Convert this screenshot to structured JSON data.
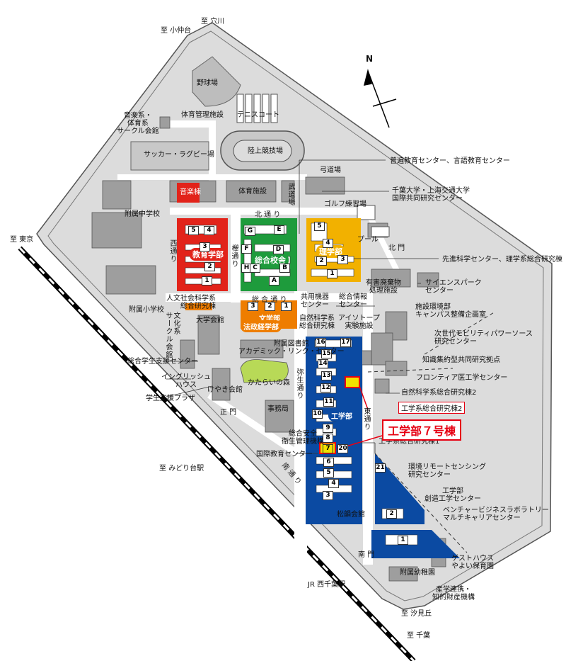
{
  "colors": {
    "campus": "#dcdcdc",
    "building": "#9e9e9e",
    "road": "#ffffff",
    "education": "#e2231a",
    "general": "#1e9b3c",
    "science": "#f2b100",
    "letters": "#ee7d00",
    "engineering": "#0b4aa2",
    "highlight": "#e60012",
    "forest": "#b8d957"
  },
  "compass": {
    "north": "N"
  },
  "destinations": {
    "anagawa": "至 穴川",
    "konakadai": "至 小仲台",
    "tokyo": "至 東京",
    "midoridai": "至 みどり台駅",
    "shiomigaoka": "至 汐見丘",
    "chiba": "至 千葉",
    "jr_station": "JR 西千葉駅"
  },
  "faculties": {
    "education": "教育学部",
    "general": "総合校舎",
    "science": "理学部",
    "letters": "文学部",
    "law_econ": "法政経学部",
    "engineering": "工学部"
  },
  "callout": {
    "main": "工学部７号棟",
    "sub": "工学系総合研究棟2"
  },
  "roads": {
    "north": "北 通 り",
    "west": "西通り",
    "keyaki": "欅通り",
    "sogo": "総 合 通 り",
    "yayoi": "弥生通り",
    "east": "東通り",
    "south": "南 通 り"
  },
  "gates": {
    "north": "北 門",
    "main": "正 門",
    "south": "南 門"
  },
  "labels": {
    "baseball": "野球場",
    "gym_mgmt": "体育管理施設",
    "tennis": "テニスコート",
    "music_pe_circle": "音楽系・\n体育系\nサークル会館",
    "soccer": "サッカー・ラグビー場",
    "track": "陸上競技場",
    "archery": "弓道場",
    "music_bldg": "音楽棟",
    "pe_facility": "体育施設",
    "budo": "武道場",
    "golf": "ゴルフ練習場",
    "pool": "プール",
    "jhs": "附属中学校",
    "elem": "附属小学校",
    "hazardous": "有害廃棄物\n処理施設",
    "science_park": "サイエンスパーク\nセンター",
    "campus_mgmt": "施設環境部\nキャンパス整備企画室",
    "humanities_lab": "人文社会科学系\n総合研究棟",
    "culture_circle": "文化系\nサークル会館",
    "univ_hall": "大学会館",
    "shared_equip": "共用機器\nセンター",
    "info_center": "総合情報\nセンター",
    "nat_sci_lab": "自然科学系\n総合研究棟",
    "isotope": "アイソトープ\n実験施設",
    "library": "附属図書館\nアカデミック・リンク・センター",
    "student_support": "総合学生支援センター",
    "english_house": "イングリッシュ\nハウス",
    "student_plaza": "学生支援プラザ",
    "keyaki_hall": "けやき会館",
    "katarai_forest": "かたらいの森",
    "admin": "事務局",
    "safety": "総合安全\n衛生管理機構",
    "intl_edu": "国際教育センター",
    "nat_sci_lab2": "自然科学系総合研究棟2",
    "eng_lab1": "工学系総合研究棟1",
    "remote_sensing": "環境リモートセンシング\n研究センター",
    "creative_eng": "工学部\n創造工学センター",
    "venture": "ベンチャービジネスラボラトリー\nマルチキャリアセンター",
    "frontier_med": "フロンティア医工学センター",
    "next_gen": "次世代モビリティパワーソース\n研究センター",
    "knowledge_hub": "知識集約型共同研究拠点",
    "shoyu_hall": "松韻会館",
    "guest_house": "ゲストハウス\nやよい保育園",
    "kindergarten": "附属幼稚園",
    "industry_ip": "産学連携・\n知的財産機構",
    "general_edu": "普遍教育センター、言語教育センター",
    "chiba_shanghai": "千葉大学・上海交通大学\n国際共同研究センター",
    "adv_science": "先進科学センター、理学系総合研究棟"
  },
  "building_numbers": {
    "edu": [
      "5",
      "4",
      "3",
      "2",
      "1"
    ],
    "general": [
      "G",
      "E",
      "F",
      "D",
      "H",
      "C",
      "B",
      "A"
    ],
    "science": [
      "5",
      "4",
      "2",
      "3",
      "1"
    ],
    "letters": [
      "3",
      "2",
      "1"
    ],
    "eng": [
      "16",
      "17",
      "15",
      "14",
      "13",
      "12",
      "11",
      "10",
      "9",
      "8",
      "7",
      "20",
      "6",
      "5",
      "4",
      "3"
    ],
    "eng_se": [
      "21",
      "2",
      "1"
    ]
  }
}
